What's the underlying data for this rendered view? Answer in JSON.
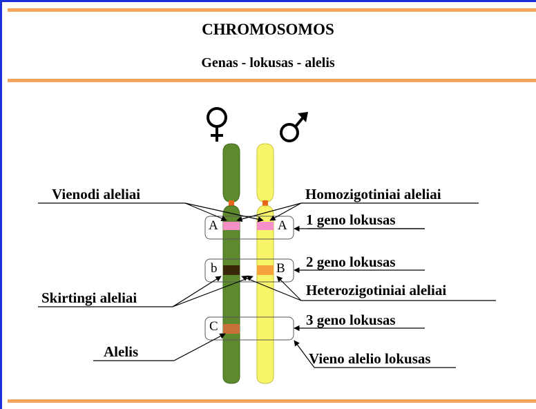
{
  "header": {
    "title": "CHROMOSOMOS",
    "subtitle": "Genas - lokusas - alelis"
  },
  "symbols": {
    "female": "♀",
    "male": "♂"
  },
  "loci": [
    {
      "label": "1 geno lokusas",
      "left_allele": "A",
      "right_allele": "A",
      "left_color": "#f48fc8",
      "right_color": "#f48fc8"
    },
    {
      "label": "2 geno lokusas",
      "left_allele": "b",
      "right_allele": "B",
      "left_color": "#3a2608",
      "right_color": "#f5a13c"
    },
    {
      "label": "3 geno lokusas",
      "left_allele": "C",
      "right_allele": "",
      "left_color": "#c8703a",
      "right_color": ""
    }
  ],
  "labels": {
    "identical_alleles": "Vienodi aleliai",
    "homozygous_alleles": "Homozigotiniai aleliai",
    "different_alleles": "Skirtingi aleliai",
    "heterozygous_alleles": "Heterozigotiniai aleliai",
    "allele": "Alelis",
    "single_allele_locus": "Vieno alelio lokusas"
  },
  "colors": {
    "frame_blue": "#1b2fd6",
    "rule_orange": "#f5a45a",
    "female_chromosome": "#5e8a2e",
    "male_chromosome": "#f8f56a",
    "centromere": "#e8651a"
  }
}
